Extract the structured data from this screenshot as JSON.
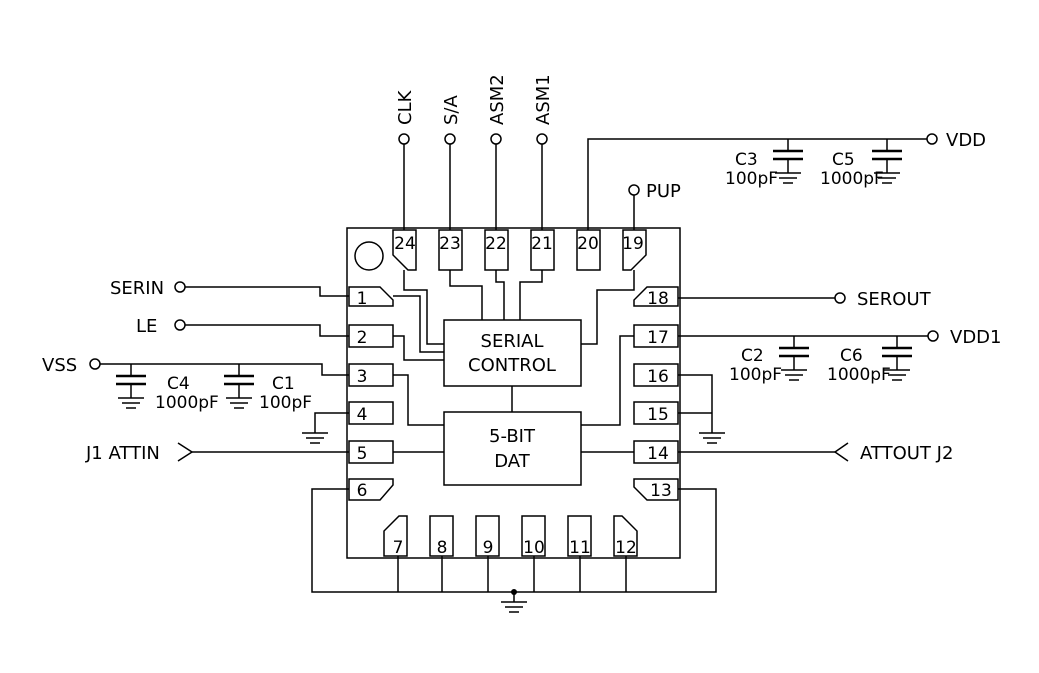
{
  "chip": {
    "blocks": [
      {
        "id": "serial",
        "lines": [
          "SERIAL",
          "CONTROL"
        ]
      },
      {
        "id": "dat",
        "lines": [
          "5-BIT",
          "DAT"
        ]
      }
    ],
    "pins": {
      "left": [
        "1",
        "2",
        "3",
        "4",
        "5",
        "6"
      ],
      "bottom": [
        "7",
        "8",
        "9",
        "10",
        "11",
        "12"
      ],
      "right": [
        "13",
        "14",
        "15",
        "16",
        "17",
        "18"
      ],
      "top": [
        "19",
        "20",
        "21",
        "22",
        "23",
        "24"
      ]
    }
  },
  "signals": {
    "clk": "CLK",
    "sa": "S/A",
    "asm2": "ASM2",
    "asm1": "ASM1",
    "pup": "PUP",
    "vdd": "VDD",
    "serin": "SERIN",
    "le": "LE",
    "vss": "VSS",
    "attin": "J1  ATTIN",
    "serout": "SEROUT",
    "vdd1": "VDD1",
    "attout": "ATTOUT  J2"
  },
  "capacitors": [
    {
      "ref": "C1",
      "value": "100pF"
    },
    {
      "ref": "C2",
      "value": "100pF"
    },
    {
      "ref": "C3",
      "value": "100pF"
    },
    {
      "ref": "C4",
      "value": "1000pF"
    },
    {
      "ref": "C5",
      "value": "1000pF"
    },
    {
      "ref": "C6",
      "value": "1000pF"
    }
  ]
}
